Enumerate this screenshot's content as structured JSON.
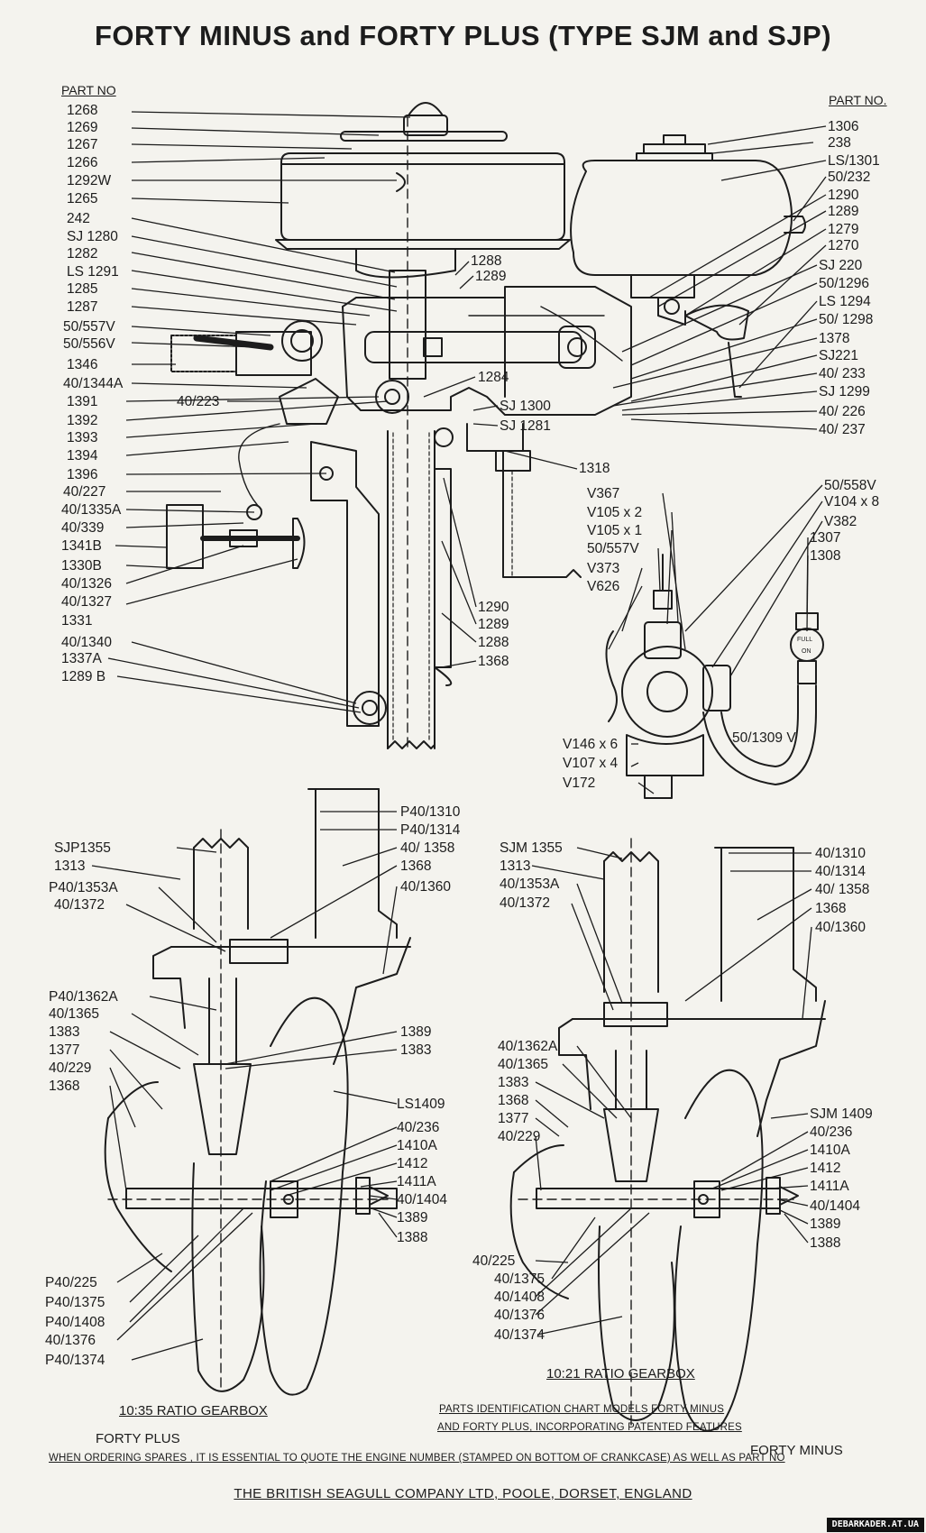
{
  "title": "FORTY MINUS and FORTY PLUS (TYPE SJM and SJP)",
  "upper_left": {
    "header": "PART NO",
    "labels": [
      "1268",
      "1269",
      "1267",
      "1266",
      "1292W",
      "1265",
      "242",
      "SJ 1280",
      "1282",
      "LS 1291",
      "1285",
      "1287",
      "50/557V",
      "50/556V",
      "1346",
      "40/1344A",
      "40/223",
      "1391",
      "1392",
      "1393",
      "1394",
      "1396",
      "40/227",
      "40/1335A",
      "40/339",
      "1341B",
      "1330B",
      "40/1326",
      "40/1327",
      "1331",
      "40/1340",
      "1337A",
      "1289 B"
    ]
  },
  "upper_center": {
    "labels": [
      "1288",
      "1289",
      "1284",
      "SJ 1300",
      "SJ 1281",
      "1318",
      "1290",
      "1289",
      "1288",
      "1368"
    ]
  },
  "upper_right": {
    "header": "PART NO.",
    "labels": [
      "1306",
      "238",
      "LS/1301",
      "50/232",
      "1290",
      "1289",
      "1279",
      "1270",
      "SJ 220",
      "50/1296",
      "LS 1294",
      "50/ 1298",
      "1378",
      "SJ221",
      "40/ 233",
      "SJ 1299",
      "40/ 226",
      "40/ 237"
    ]
  },
  "carburettor": {
    "labels": [
      "50/558V",
      "V104 x 8",
      "V382",
      "1307",
      "1308",
      "V367",
      "V105 x 2",
      "V105 x 1",
      "50/557V",
      "V373",
      "V626",
      "V146 x 6",
      "V107 x 4",
      "V172",
      "50/1309 V"
    ],
    "tap_text_full": "FULL",
    "tap_text_on": "ON"
  },
  "gearbox_plus": {
    "labels": [
      "P40/1310",
      "P40/1314",
      "40/ 1358",
      "1368",
      "40/1360",
      "SJP1355",
      "1313",
      "P40/1353A",
      "40/1372",
      "P40/1362A",
      "40/1365",
      "1383",
      "1377",
      "40/229",
      "1368",
      "1389",
      "1383",
      "LS1409",
      "40/236",
      "1410A",
      "1412",
      "1411A",
      "40/1404",
      "1389",
      "1388",
      "P40/225",
      "P40/1375",
      "P40/1408",
      "40/1376",
      "P40/1374"
    ],
    "caption": "10:35 RATIO GEARBOX",
    "model": "FORTY PLUS"
  },
  "gearbox_minus": {
    "labels": [
      "40/1310",
      "40/1314",
      "40/ 1358",
      "1368",
      "40/1360",
      "SJM 1355",
      "1313",
      "40/1353A",
      "40/1372",
      "40/1362A",
      "40/1365",
      "1383",
      "1368",
      "1377",
      "40/229",
      "SJM 1409",
      "40/236",
      "1410A",
      "1412",
      "1411A",
      "40/1404",
      "1389",
      "1388",
      "40/225",
      "40/1375",
      "40/1408",
      "40/1376",
      "40/1374"
    ],
    "caption": "10:21 RATIO GEARBOX",
    "model": "FORTY MINUS"
  },
  "notes": {
    "chart_line1": "PARTS IDENTIFICATION CHART MODELS FORTY MINUS",
    "chart_line2": "AND FORTY PLUS, INCORPORATING PATENTED FEATURES",
    "ordering": "WHEN ORDERING SPARES , IT IS ESSENTIAL TO QUOTE THE ENGINE NUMBER (STAMPED ON BOTTOM OF CRANKCASE) AS WELL AS PART NO",
    "company": "THE BRITISH SEAGULL COMPANY LTD, POOLE, DORSET, ENGLAND"
  },
  "watermark": "DEBARKADER.AT.UA",
  "colors": {
    "ink": "#1c1c1c",
    "paper": "#f4f3ee"
  }
}
